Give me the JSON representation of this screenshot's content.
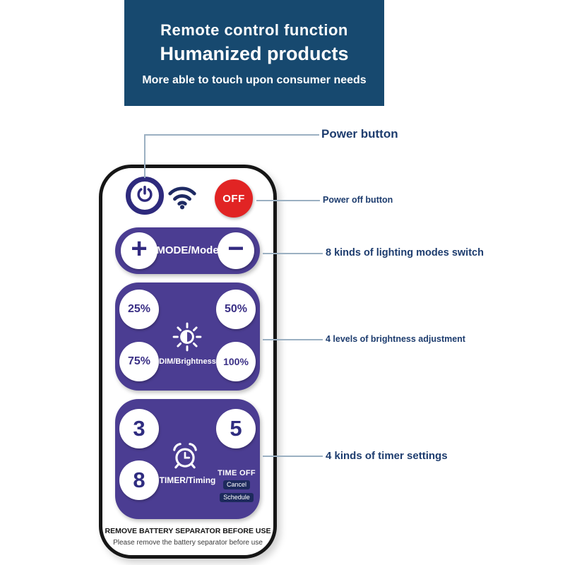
{
  "banner": {
    "line1": "Remote control function",
    "line2": "Humanized products",
    "line3": "More able to touch upon consumer needs"
  },
  "annotations": {
    "power": "Power button",
    "power_off": "Power off button",
    "modes": "8 kinds of lighting modes switch",
    "brightness": "4 levels of brightness adjustment",
    "timer": "4 kinds of timer settings"
  },
  "remote": {
    "off_label": "OFF",
    "mode": {
      "plus": "+",
      "label": "MODE/Mode",
      "minus": "−"
    },
    "brightness": {
      "levels": [
        "25%",
        "50%",
        "75%",
        "100%"
      ],
      "label": "DIM/Brightness"
    },
    "timer": {
      "values": [
        "3",
        "5",
        "8"
      ],
      "label": "TIMER/Timing",
      "time_off": "TIME OFF",
      "cancel": "Cancel",
      "schedule": "Schedule"
    },
    "warning_title": "REMOVE BATTERY SEPARATOR BEFORE USE",
    "warning_subtitle": "Please remove the battery separator before use"
  },
  "icons": {
    "power": "power-icon",
    "wifi": "wifi-icon",
    "brightness": "sun-brightness-icon",
    "timer": "alarm-clock-icon"
  },
  "colors": {
    "banner_bg": "#17496f",
    "panel_purple": "#4b3d92",
    "power_indigo": "#2e2a7d",
    "off_red": "#e12424",
    "annotation_text": "#1d3c6e",
    "dark_badge": "#1d2a5c",
    "leader_line": "#9bb0c2"
  }
}
